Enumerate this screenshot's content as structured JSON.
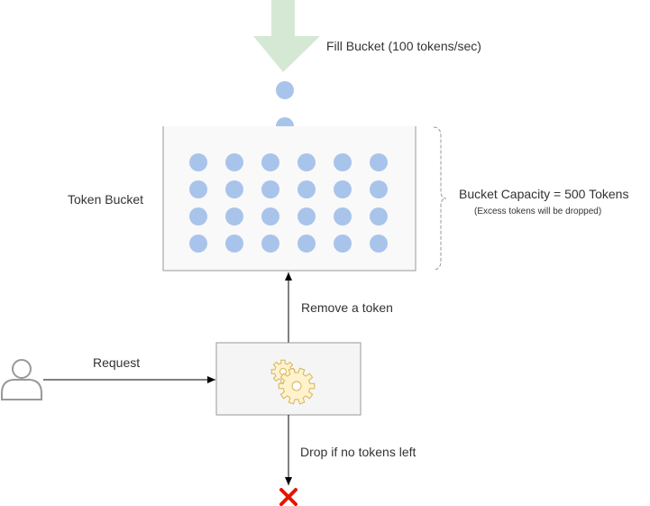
{
  "labels": {
    "fill_bucket": "Fill Bucket (100 tokens/sec)",
    "token_bucket": "Token Bucket",
    "bucket_capacity": "Bucket Capacity = 500 Tokens",
    "excess_note": "(Excess tokens will be dropped)",
    "remove_token": "Remove a token",
    "request": "Request",
    "drop": "Drop if no tokens left"
  },
  "bucket": {
    "token_rows": 4,
    "token_cols": 6
  },
  "colors": {
    "token": "#a9c4eb",
    "fill_arrow": "#d5e8d4",
    "bucket_fill": "#f9f9f9",
    "bucket_border": "#999999",
    "processor_fill": "#f5f5f5",
    "processor_border": "#999999",
    "gear_fill": "#fff2cc",
    "gear_stroke": "#d6b656",
    "user_stroke": "#999999",
    "user_fill": "#ffffff",
    "edge": "#000000",
    "brace": "#999999",
    "drop_x": "#e51400",
    "text": "#333333"
  },
  "icons": {
    "user": "user-icon",
    "gear": "gear-icon",
    "drop": "x-mark-icon"
  }
}
